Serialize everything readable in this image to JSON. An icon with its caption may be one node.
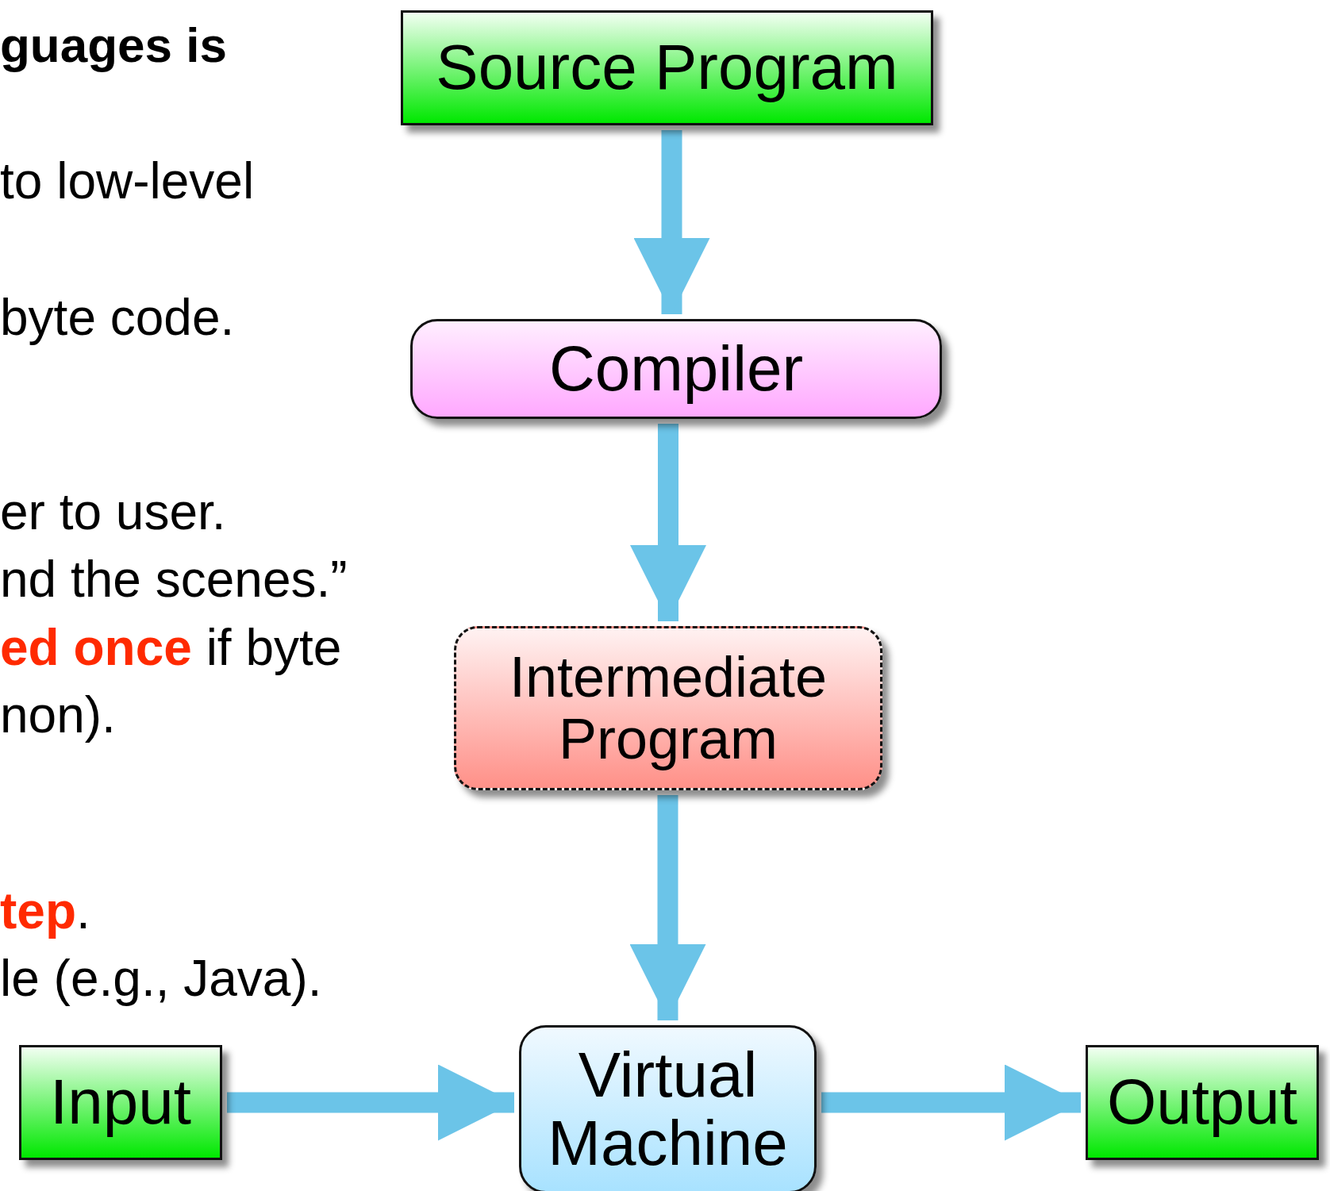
{
  "diagram": {
    "nodes": [
      {
        "text": [
          "Source Program"
        ]
      },
      {
        "text": [
          "Compiler"
        ]
      },
      {
        "text": [
          "Intermediate Program"
        ]
      },
      {
        "text": [
          "Virtual Machine"
        ]
      },
      {
        "text": [
          "Input"
        ]
      },
      {
        "text": [
          "Output"
        ]
      }
    ],
    "edges": [
      {
        "from": 0,
        "to": 1,
        "arrow": "to"
      },
      {
        "from": 1,
        "to": 2,
        "arrow": "to"
      },
      {
        "from": 2,
        "to": 3,
        "arrow": "to"
      },
      {
        "from": 4,
        "to": 3,
        "arrow": "to"
      },
      {
        "from": 3,
        "to": 5,
        "arrow": "to"
      }
    ],
    "labels": [
      "guages is",
      "to low-level",
      "byte code.",
      "er to user.",
      "nd the scenes.”",
      "**ed once** if byte",
      "non).",
      "**tep**.",
      "le (e.g., Java)."
    ]
  }
}
